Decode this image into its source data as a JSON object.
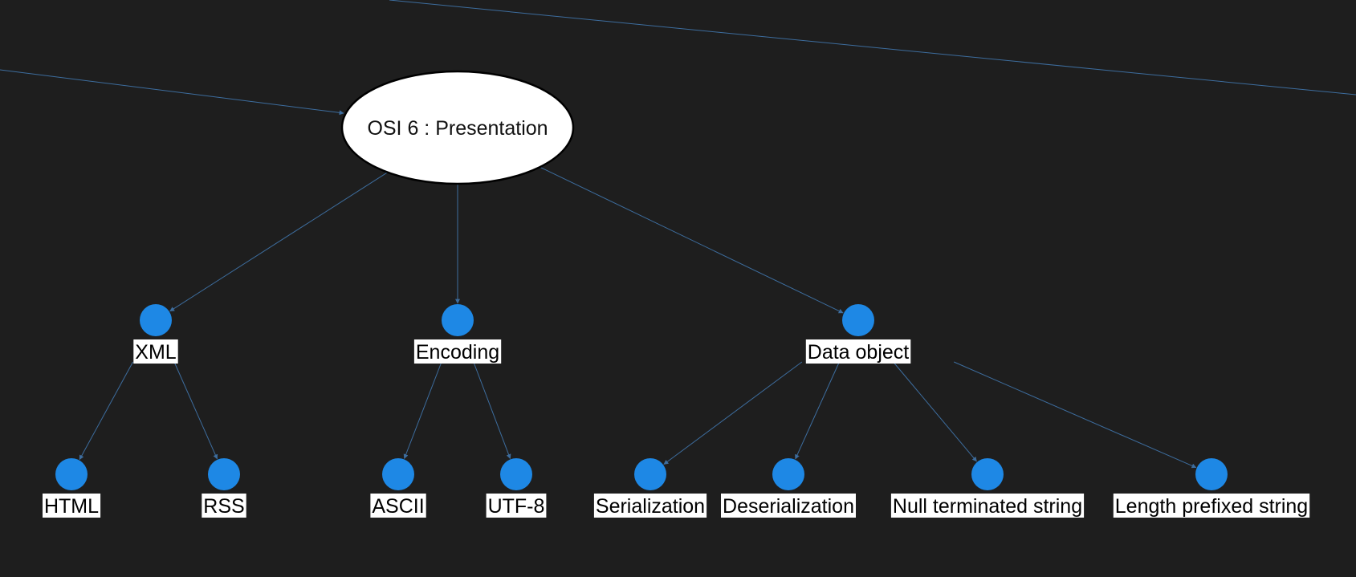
{
  "diagram": {
    "type": "tree",
    "colors": {
      "background": "#1e1e1e",
      "node": "#1e88e5",
      "edge": "#3d6d9e",
      "label_background": "#ffffff",
      "label_text": "#000000"
    },
    "root": {
      "id": "osi6",
      "label": "OSI 6 : Presentation"
    },
    "nodes": [
      {
        "id": "xml",
        "label": "XML",
        "parent": "osi6"
      },
      {
        "id": "encoding",
        "label": "Encoding",
        "parent": "osi6"
      },
      {
        "id": "data-object",
        "label": "Data object",
        "parent": "osi6"
      },
      {
        "id": "html",
        "label": "HTML",
        "parent": "xml"
      },
      {
        "id": "rss",
        "label": "RSS",
        "parent": "xml"
      },
      {
        "id": "ascii",
        "label": "ASCII",
        "parent": "encoding"
      },
      {
        "id": "utf8",
        "label": "UTF-8",
        "parent": "encoding"
      },
      {
        "id": "serialization",
        "label": "Serialization",
        "parent": "data-object"
      },
      {
        "id": "deserialization",
        "label": "Deserialization",
        "parent": "data-object"
      },
      {
        "id": "null-terminated-string",
        "label": "Null terminated string",
        "parent": "data-object"
      },
      {
        "id": "length-prefixed-string",
        "label": "Length prefixed string",
        "parent": "data-object"
      }
    ]
  }
}
